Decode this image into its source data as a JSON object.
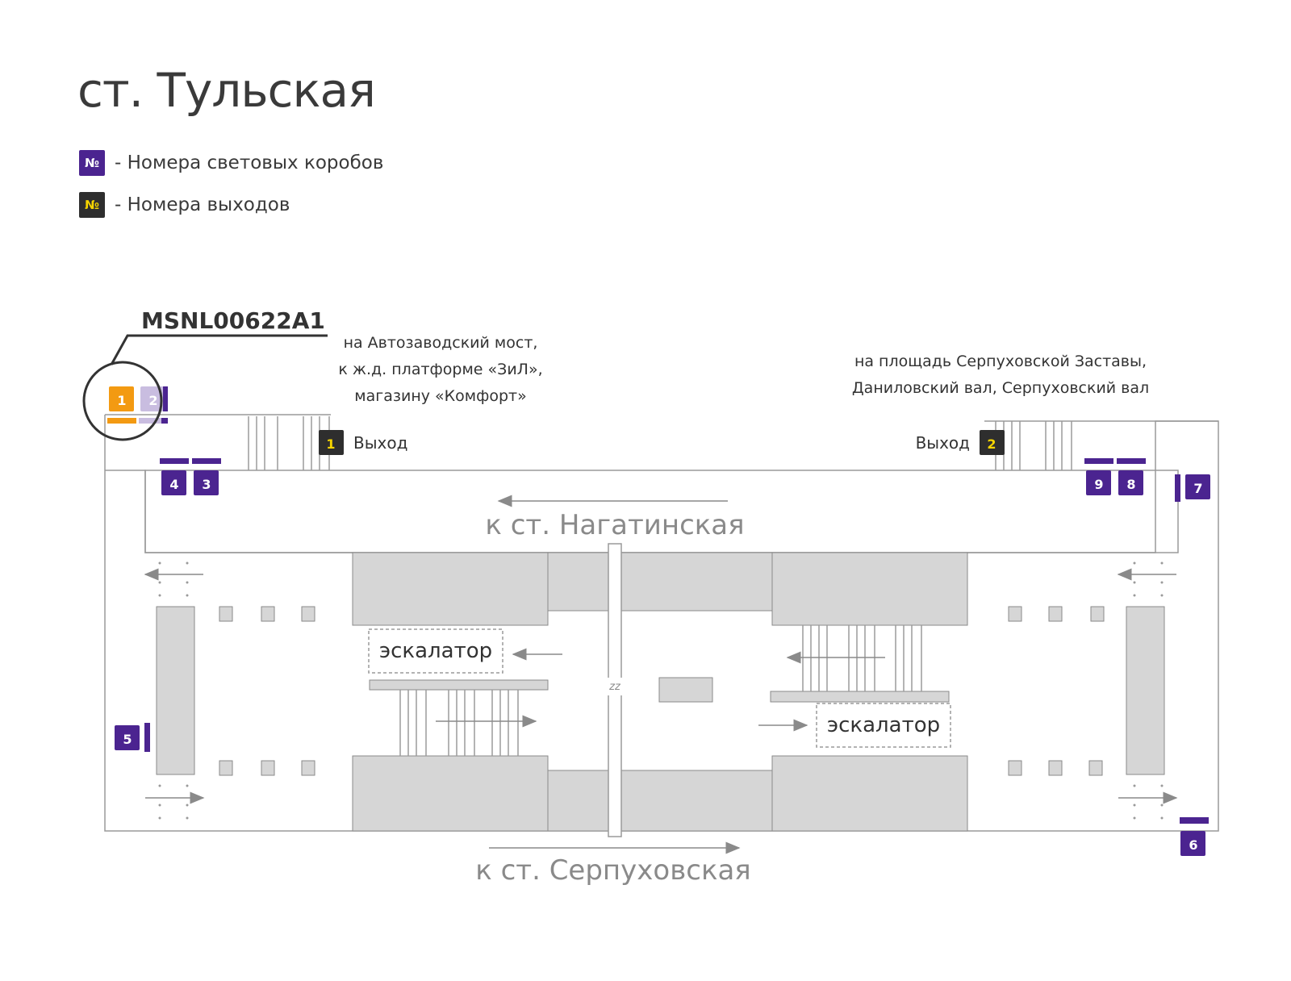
{
  "title": "ст. Тульская",
  "legend": {
    "box_symbol": "№",
    "box_label": "- Номера световых коробов",
    "exit_symbol": "№",
    "exit_label": "- Номера выходов"
  },
  "colors": {
    "lightbox": "#4b2490",
    "exit_badge_bg": "#2e2e2e",
    "exit_badge_fg": "#f5d400",
    "highlight": "#f39a12",
    "faded_lightbox": "#c9bde0",
    "structure": "#d6d6d6",
    "outline": "#8a8a8a"
  },
  "highlight_code": "MSNL00622A1",
  "directions": {
    "top_left_line1": "на Автозаводский мост,",
    "top_left_line2": "к ж.д. платформе «ЗиЛ»,",
    "top_left_line3": "магазину «Комфорт»",
    "top_right_line1": "на площадь Серпуховской Заставы,",
    "top_right_line2": "Даниловский вал, Серпуховский вал",
    "to_north": "к ст. Нагатинская",
    "to_south": "к ст. Серпуховская",
    "escalator": "эскалатор",
    "zz": "zz"
  },
  "exits": [
    {
      "number": "1",
      "label": "Выход"
    },
    {
      "number": "2",
      "label": "Выход"
    }
  ],
  "lightboxes": [
    "1",
    "2",
    "3",
    "4",
    "5",
    "6",
    "7",
    "8",
    "9"
  ]
}
